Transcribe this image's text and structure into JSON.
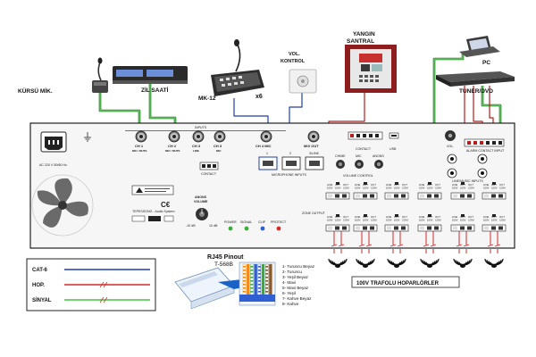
{
  "devices": {
    "kursu_mik": "KÜRSÜ MİK.",
    "zil_saati": "ZİL SAATİ",
    "mk12": "MK-12",
    "x6": "x6",
    "vol_kontrol_line1": "VOL.",
    "vol_kontrol_line2": "KONTROL",
    "yangin_line1": "YANGIN",
    "yangin_line2": "SANTRAL",
    "pc": "PC",
    "tuner": "TUNER/DVD"
  },
  "amp": {
    "ac_label": "AC 220 V 50/60 Hz.",
    "inputs": "INPUTS",
    "channels": [
      {
        "name": "CH 1",
        "sub": "MIC / MUTE"
      },
      {
        "name": "CH 2",
        "sub": "MIC / MUTE"
      },
      {
        "name": "CH 3",
        "sub": "LINE"
      },
      {
        "name": "CH 3",
        "sub": "MIC"
      },
      {
        "name": "CH 4 MIC",
        "sub": ""
      }
    ],
    "mix_out": "MIX OUT",
    "contact": "CONTACT",
    "usb": "USB",
    "mic_inputs": "MICROPHONE INPUTS",
    "vol_control": "VOLUME CONTROL",
    "vol": "VOL.",
    "line_music": "LINE/MUSIC INPUTS",
    "alarm_contact_input": "ALARM CONTACT INPUT",
    "zone_output": "ZONE OUTPUT",
    "anons_volume_1": "ANONS",
    "anons_volume_2": "VOLUME",
    "indicators": [
      "POWER",
      "SIGNAL",
      "CLIP",
      "PROTECT"
    ],
    "brand": "TEPESSONG - Audio System",
    "rj_ports": [
      "1",
      "2",
      "3/LINK"
    ],
    "knobs": [
      "CHIME",
      "MIC",
      "ANONS"
    ],
    "min_label": "-10 dB",
    "max_label": "10 dB",
    "zone_terms": [
      "LINE 100V",
      "OUT 100V",
      "OUT COM"
    ]
  },
  "legend": {
    "items": [
      {
        "label": "CAT-6",
        "color": "#1f3fa8"
      },
      {
        "label": "HOP.",
        "color": "#d42a2a"
      },
      {
        "label": "SİNYAL",
        "color": "#47c447"
      }
    ]
  },
  "rj45": {
    "title": "RJ45 Pinout",
    "subtitle": "T-568B",
    "pins": [
      {
        "label": "1- Turuncu Beyaz",
        "color": "#f08a1c",
        "striped": true
      },
      {
        "label": "2- Turuncu",
        "color": "#f08a1c",
        "striped": false
      },
      {
        "label": "3- Yeşil Beyaz",
        "color": "#3ca843",
        "striped": true
      },
      {
        "label": "4- Mavi",
        "color": "#2f5fd0",
        "striped": false
      },
      {
        "label": "5- Mavi Beyaz",
        "color": "#2f5fd0",
        "striped": true
      },
      {
        "label": "6- Yeşil",
        "color": "#3ca843",
        "striped": false
      },
      {
        "label": "7- Kahve Beyaz",
        "color": "#8a5a2b",
        "striped": true
      },
      {
        "label": "8- Kahve",
        "color": "#8a5a2b",
        "striped": false
      }
    ]
  },
  "speakers_label": "100V TRAFOLU HOPARLÖRLER",
  "colors": {
    "cat6": "#1f3fa8",
    "speaker": "#d42a2a",
    "signal": "#47c447",
    "panel": "#f4f4f4",
    "outline": "#222222"
  }
}
